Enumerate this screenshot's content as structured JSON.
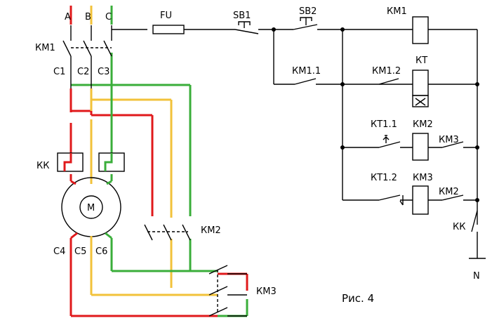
{
  "phases": {
    "a": "A",
    "b": "B",
    "c": "C"
  },
  "labels": {
    "km1_main": "КМ1",
    "c1": "C1",
    "c2": "C2",
    "c3": "C3",
    "kk_left": "КК",
    "motor": "M",
    "c4": "C4",
    "c5": "C5",
    "c6": "C6",
    "km2_main": "КМ2",
    "km3_main": "КМ3",
    "fu": "FU",
    "sb1": "SB1",
    "sb2": "SB2",
    "km1_coil": "КМ1",
    "km1_1": "КМ1.1",
    "km1_2": "КМ1.2",
    "kt_coil": "КТ",
    "kt1_1": "КТ1.1",
    "km2_coil": "КМ2",
    "km3_contact": "КМ3",
    "kt1_2": "КТ1.2",
    "km3_coil": "КМ3",
    "km2_contact": "КМ2",
    "kk_right": "КК",
    "n": "N",
    "caption": "Рис. 4"
  },
  "colors": {
    "phase_a": "#e0191b",
    "phase_b": "#f2c23a",
    "phase_c": "#3aae3a",
    "wire": "#000000"
  }
}
